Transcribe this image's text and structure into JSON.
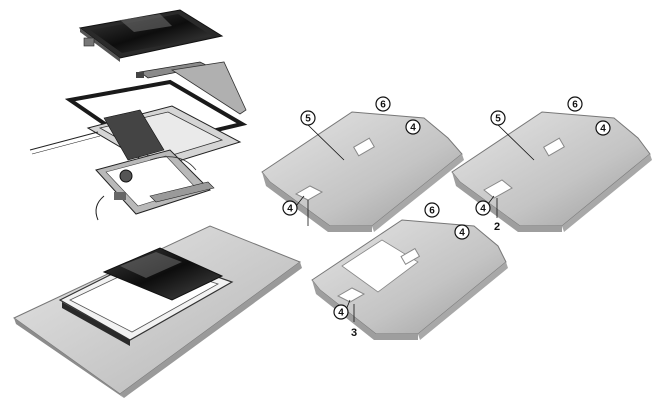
{
  "callouts": {
    "liner1": {
      "c5": "5",
      "c6": "6",
      "c4a": "4",
      "c4b": "4"
    },
    "liner2": {
      "c5": "5",
      "c6": "6",
      "c4a": "4",
      "c4b": "4",
      "num": "2"
    },
    "liner3": {
      "c6": "6",
      "c4a": "4",
      "c4b": "4",
      "num": "3"
    }
  },
  "colors": {
    "liner_fill": "#c9c9c9",
    "liner_shadow": "#9a9a9a",
    "roof_fill": "#cfcfcf",
    "glass": "#1a1a1a",
    "frame": "#2b2b2b"
  }
}
